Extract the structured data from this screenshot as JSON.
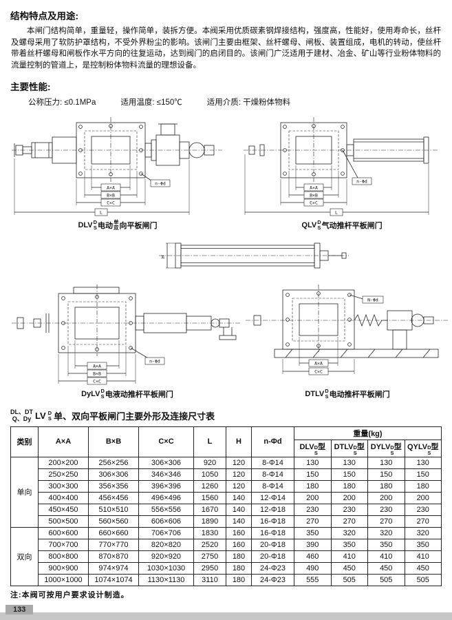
{
  "doc": {
    "section1_title": "结构特点及用途:",
    "intro": "本闸门结构简单，重量轻，操作简单，装拆方便。本阀采用优质碳素钢焊接结构，强度高，性能好，使用寿命长，丝杆及螺母采用了软防护罩结构，不受外界粉尘的影响。该闸门主要由框架、丝杆螺母、闸板、装置组成，电机的转动，使丝杆带着丝杆螺母和闸板作水平方向的往复运动，达到阀门的启闭目的。该闸门广泛适用于建材、冶金、矿山等行业粉体物料的流量控制的管道上，是控制粉体物料流量的理想设备。",
    "section2_title": "主要性能:",
    "note": "注:本阀可按用户要求设计制造。",
    "page_number": "133"
  },
  "specs": [
    {
      "label": "公称压力:",
      "value": "≤0.1MPa"
    },
    {
      "label": "适用温度:",
      "value": "≤150℃"
    },
    {
      "label": "适用介质:",
      "value": "干燥粉体物料"
    }
  ],
  "ds": {
    "top": "D",
    "bottom": "S"
  },
  "dims": {
    "axa": "A×A",
    "bxb": "B×B",
    "cxc": "C×C",
    "l": "L",
    "h": "H",
    "n_phi_d": "n-Φd",
    "n_phi_d_cap": "N-Φd"
  },
  "diagrams": {
    "d1": {
      "code": "DLV",
      "cap_pre": "电动",
      "dir_stack": {
        "top": "单",
        "bottom": "双"
      },
      "cap_post": "向平板闸门"
    },
    "d2": {
      "code": "QLV",
      "caption": "气动推杆平板闸门"
    },
    "d4": {
      "code": "DyLV",
      "caption": "电液动推杆平板闸门"
    },
    "d5": {
      "code": "DTLV",
      "caption": "电动推杆平板闸门"
    }
  },
  "table_title": {
    "stack1": {
      "top": "DL、DT",
      "bottom": "Q、Dy"
    },
    "mid": "LV",
    "stack2": {
      "top": "D",
      "bottom": "S"
    },
    "rest": "单、双向平板闸门主要外形及连接尺寸表"
  },
  "table": {
    "headers": {
      "category": "类别",
      "axa": "A×A",
      "bxb": "B×B",
      "cxc": "C×C",
      "l": "L",
      "h": "H",
      "nphid": "n-Φd",
      "weight": "重量(kg)"
    },
    "weight_cols": [
      {
        "prefix": "DLV",
        "suffix": "型"
      },
      {
        "prefix": "DTLV",
        "suffix": "型"
      },
      {
        "prefix": "DYLV",
        "suffix": "型"
      },
      {
        "prefix": "QYLV",
        "suffix": "型"
      }
    ],
    "groups": [
      {
        "label": "单向",
        "rows": [
          [
            "200×200",
            "256×256",
            "306×306",
            "920",
            "120",
            "8-Φ14",
            "130",
            "130",
            "130",
            "130"
          ],
          [
            "250×250",
            "306×306",
            "346×346",
            "1050",
            "120",
            "8-Φ14",
            "150",
            "150",
            "150",
            "150"
          ],
          [
            "300×300",
            "356×356",
            "396×396",
            "1260",
            "120",
            "8-Φ14",
            "180",
            "180",
            "180",
            "180"
          ],
          [
            "400×400",
            "456×456",
            "496×496",
            "1560",
            "140",
            "12-Φ14",
            "200",
            "200",
            "200",
            "200"
          ],
          [
            "450×450",
            "510×510",
            "556×556",
            "1670",
            "140",
            "12-Φ18",
            "230",
            "230",
            "230",
            "230"
          ],
          [
            "500×500",
            "560×560",
            "606×606",
            "1890",
            "140",
            "16-Φ18",
            "270",
            "270",
            "270",
            "270"
          ]
        ]
      },
      {
        "label": "双向",
        "rows": [
          [
            "600×600",
            "660×660",
            "706×706",
            "1830",
            "160",
            "16-Φ18",
            "350",
            "320",
            "320",
            "320"
          ],
          [
            "700×700",
            "770×770",
            "820×820",
            "2520",
            "160",
            "20-Φ18",
            "390",
            "350",
            "350",
            "350"
          ],
          [
            "800×800",
            "870×870",
            "920×920",
            "2750",
            "180",
            "20-Φ18",
            "460",
            "410",
            "410",
            "410"
          ],
          [
            "900×900",
            "974×974",
            "1030×1030",
            "2950",
            "180",
            "24-Φ23",
            "490",
            "450",
            "450",
            "450"
          ],
          [
            "1000×1000",
            "1074×1074",
            "1130×1130",
            "3110",
            "180",
            "24-Φ23",
            "555",
            "505",
            "505",
            "505"
          ]
        ]
      }
    ]
  }
}
